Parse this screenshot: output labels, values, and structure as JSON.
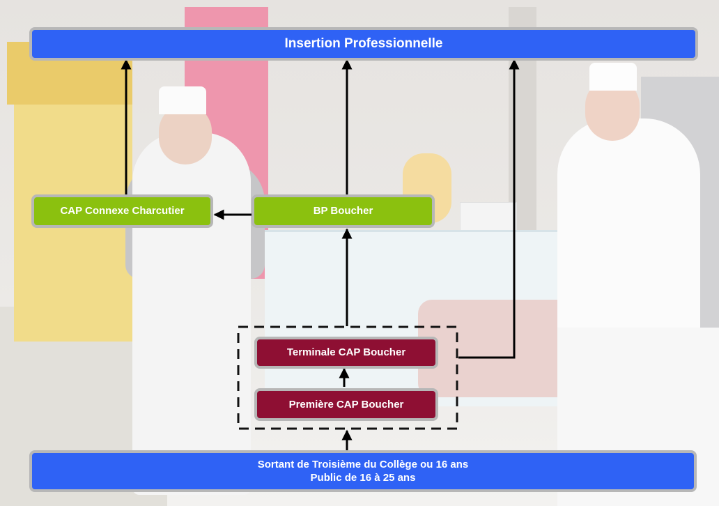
{
  "diagram": {
    "top_box": "Insertion Professionnelle",
    "cap_connexe": "CAP Connexe Charcutier",
    "bp_boucher": "BP Boucher",
    "terminale_cap": "Terminale CAP Boucher",
    "premiere_cap": "Première CAP Boucher",
    "bottom_box": {
      "line1": "Sortant de Troisième du Collège ou 16 ans",
      "line2": "Public de 16 à 25 ans"
    }
  },
  "colors": {
    "blue_box": "#2f62f5",
    "green_box": "#8bc10f",
    "red_box": "#8e0f33",
    "box_border": "#b7b7b7",
    "arrow": "#000000"
  }
}
